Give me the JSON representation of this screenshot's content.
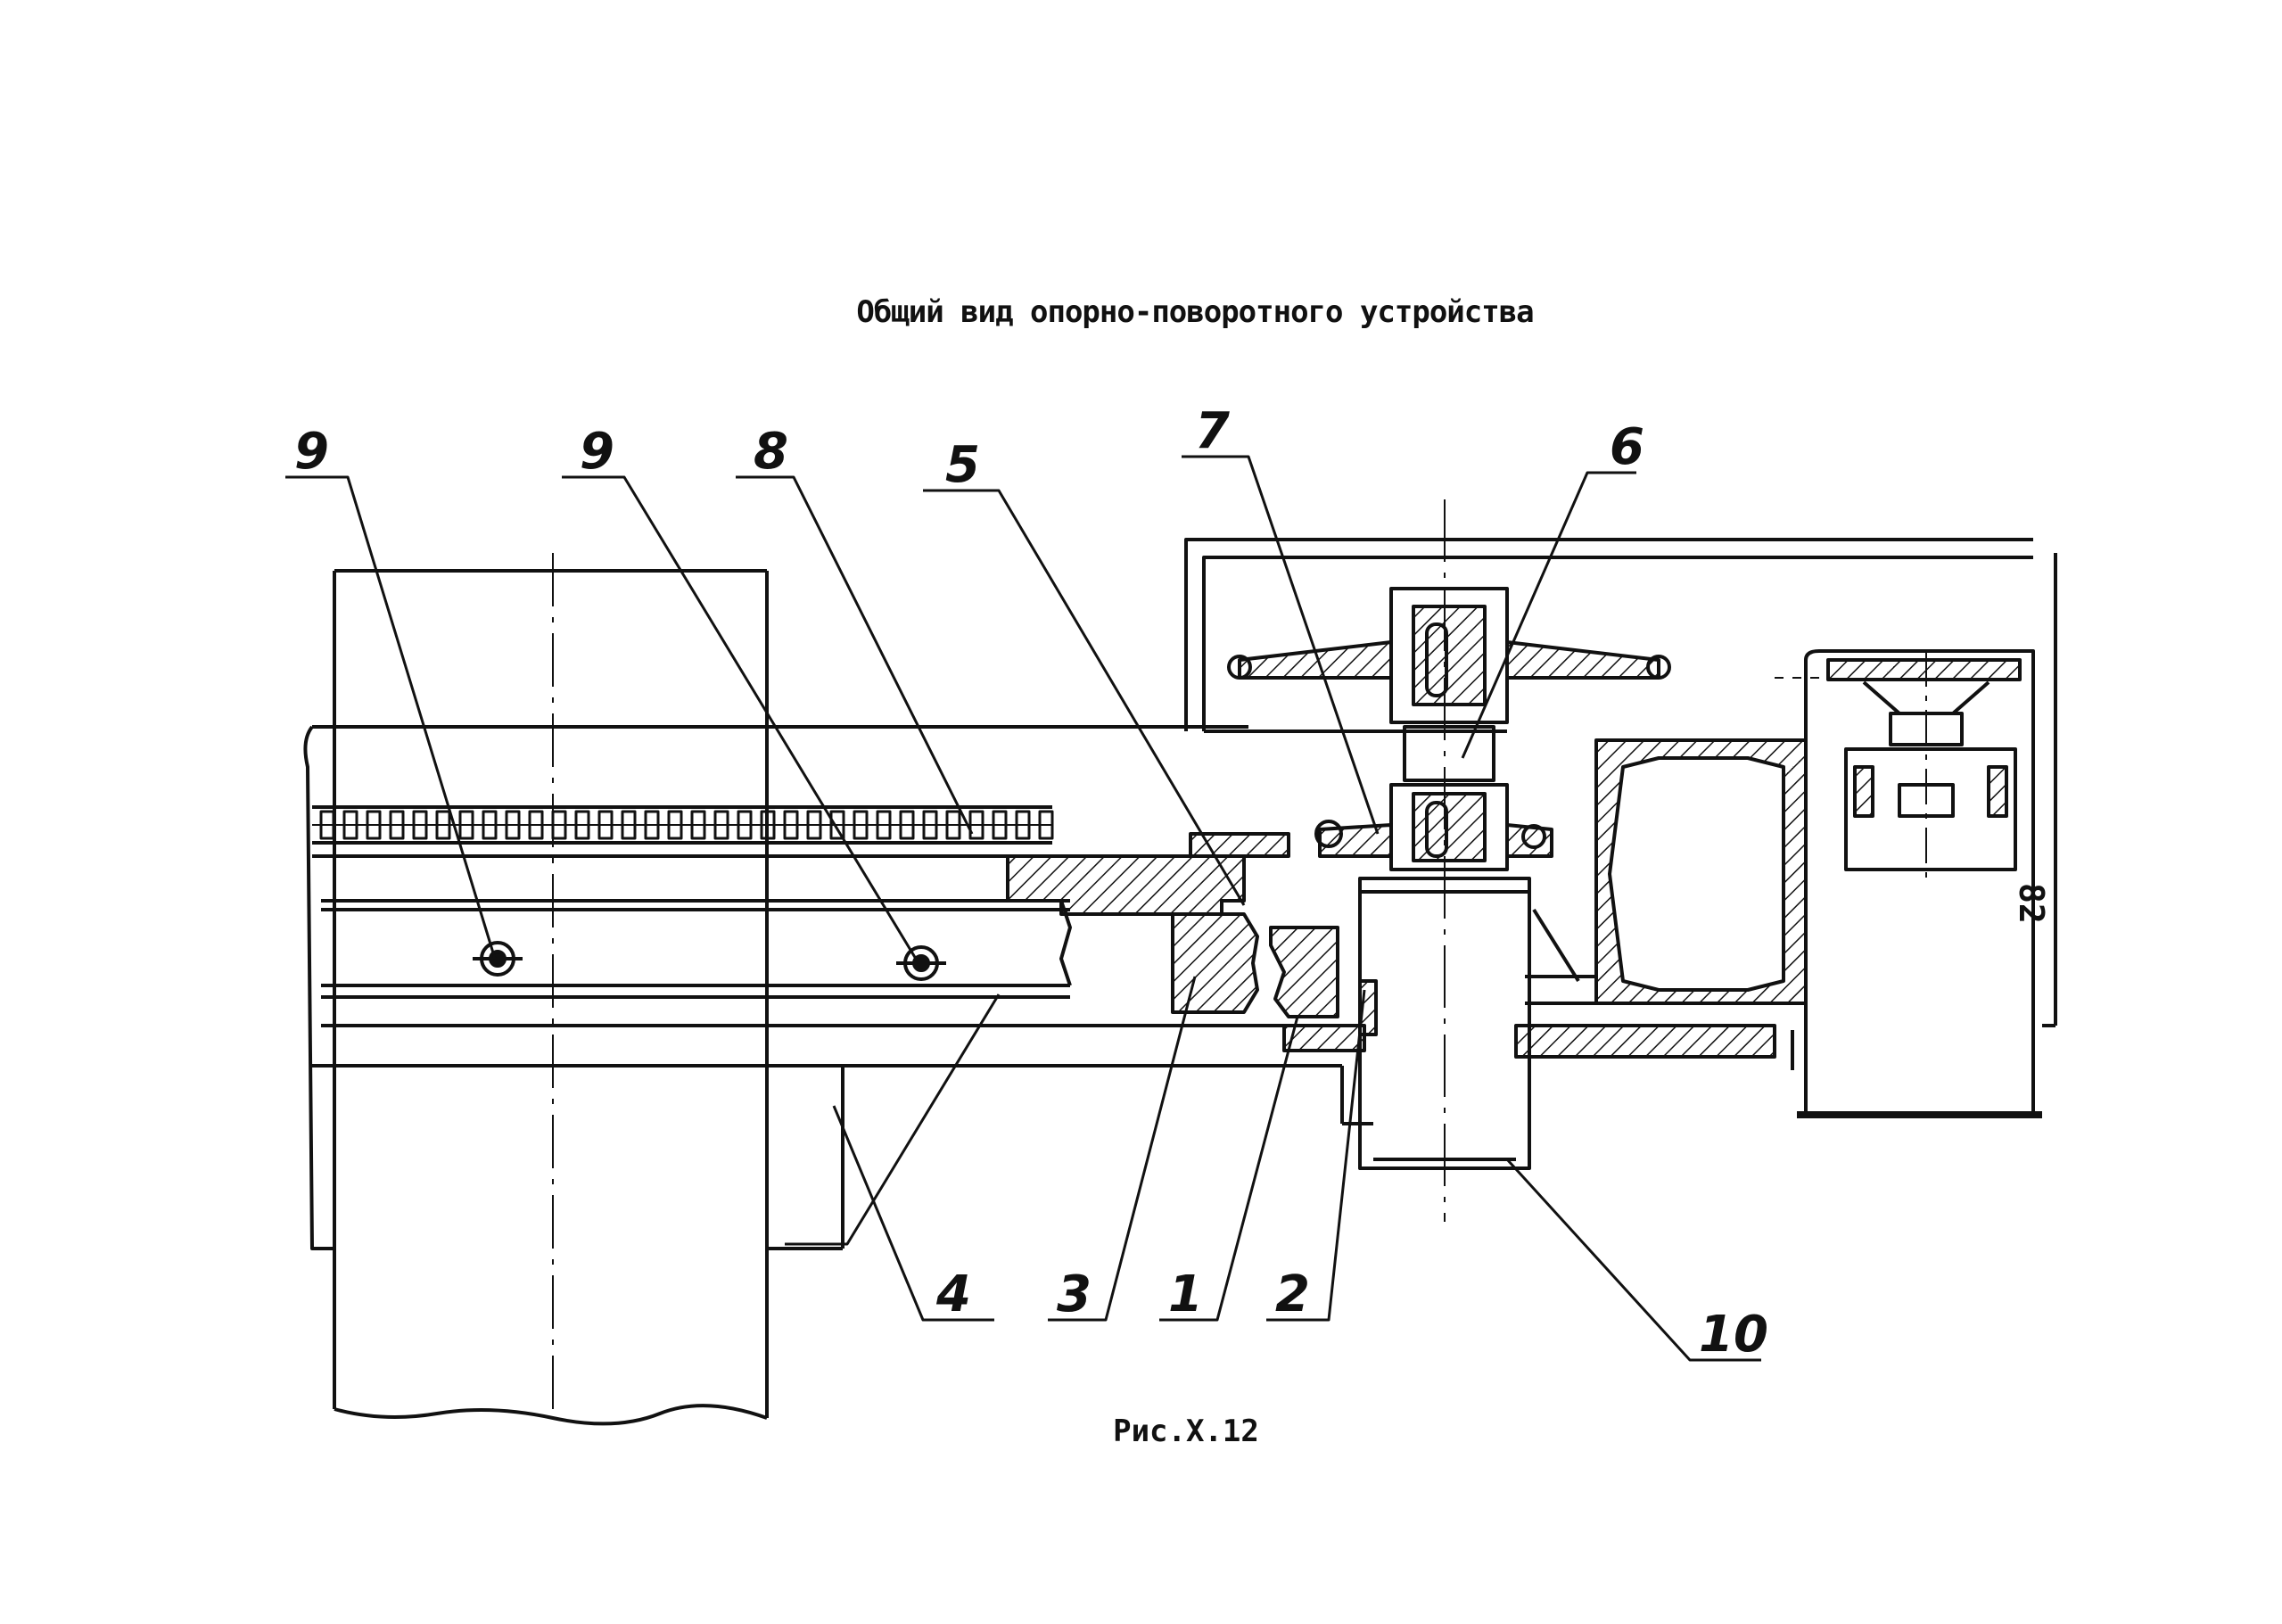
{
  "drawing": {
    "title": "Общий вид опорно-поворотного устройства",
    "caption": "Рис.Х.12",
    "page_number": "82",
    "callouts": [
      "9",
      "9",
      "8",
      "5",
      "7",
      "6",
      "4",
      "3",
      "1",
      "2",
      "10"
    ]
  }
}
